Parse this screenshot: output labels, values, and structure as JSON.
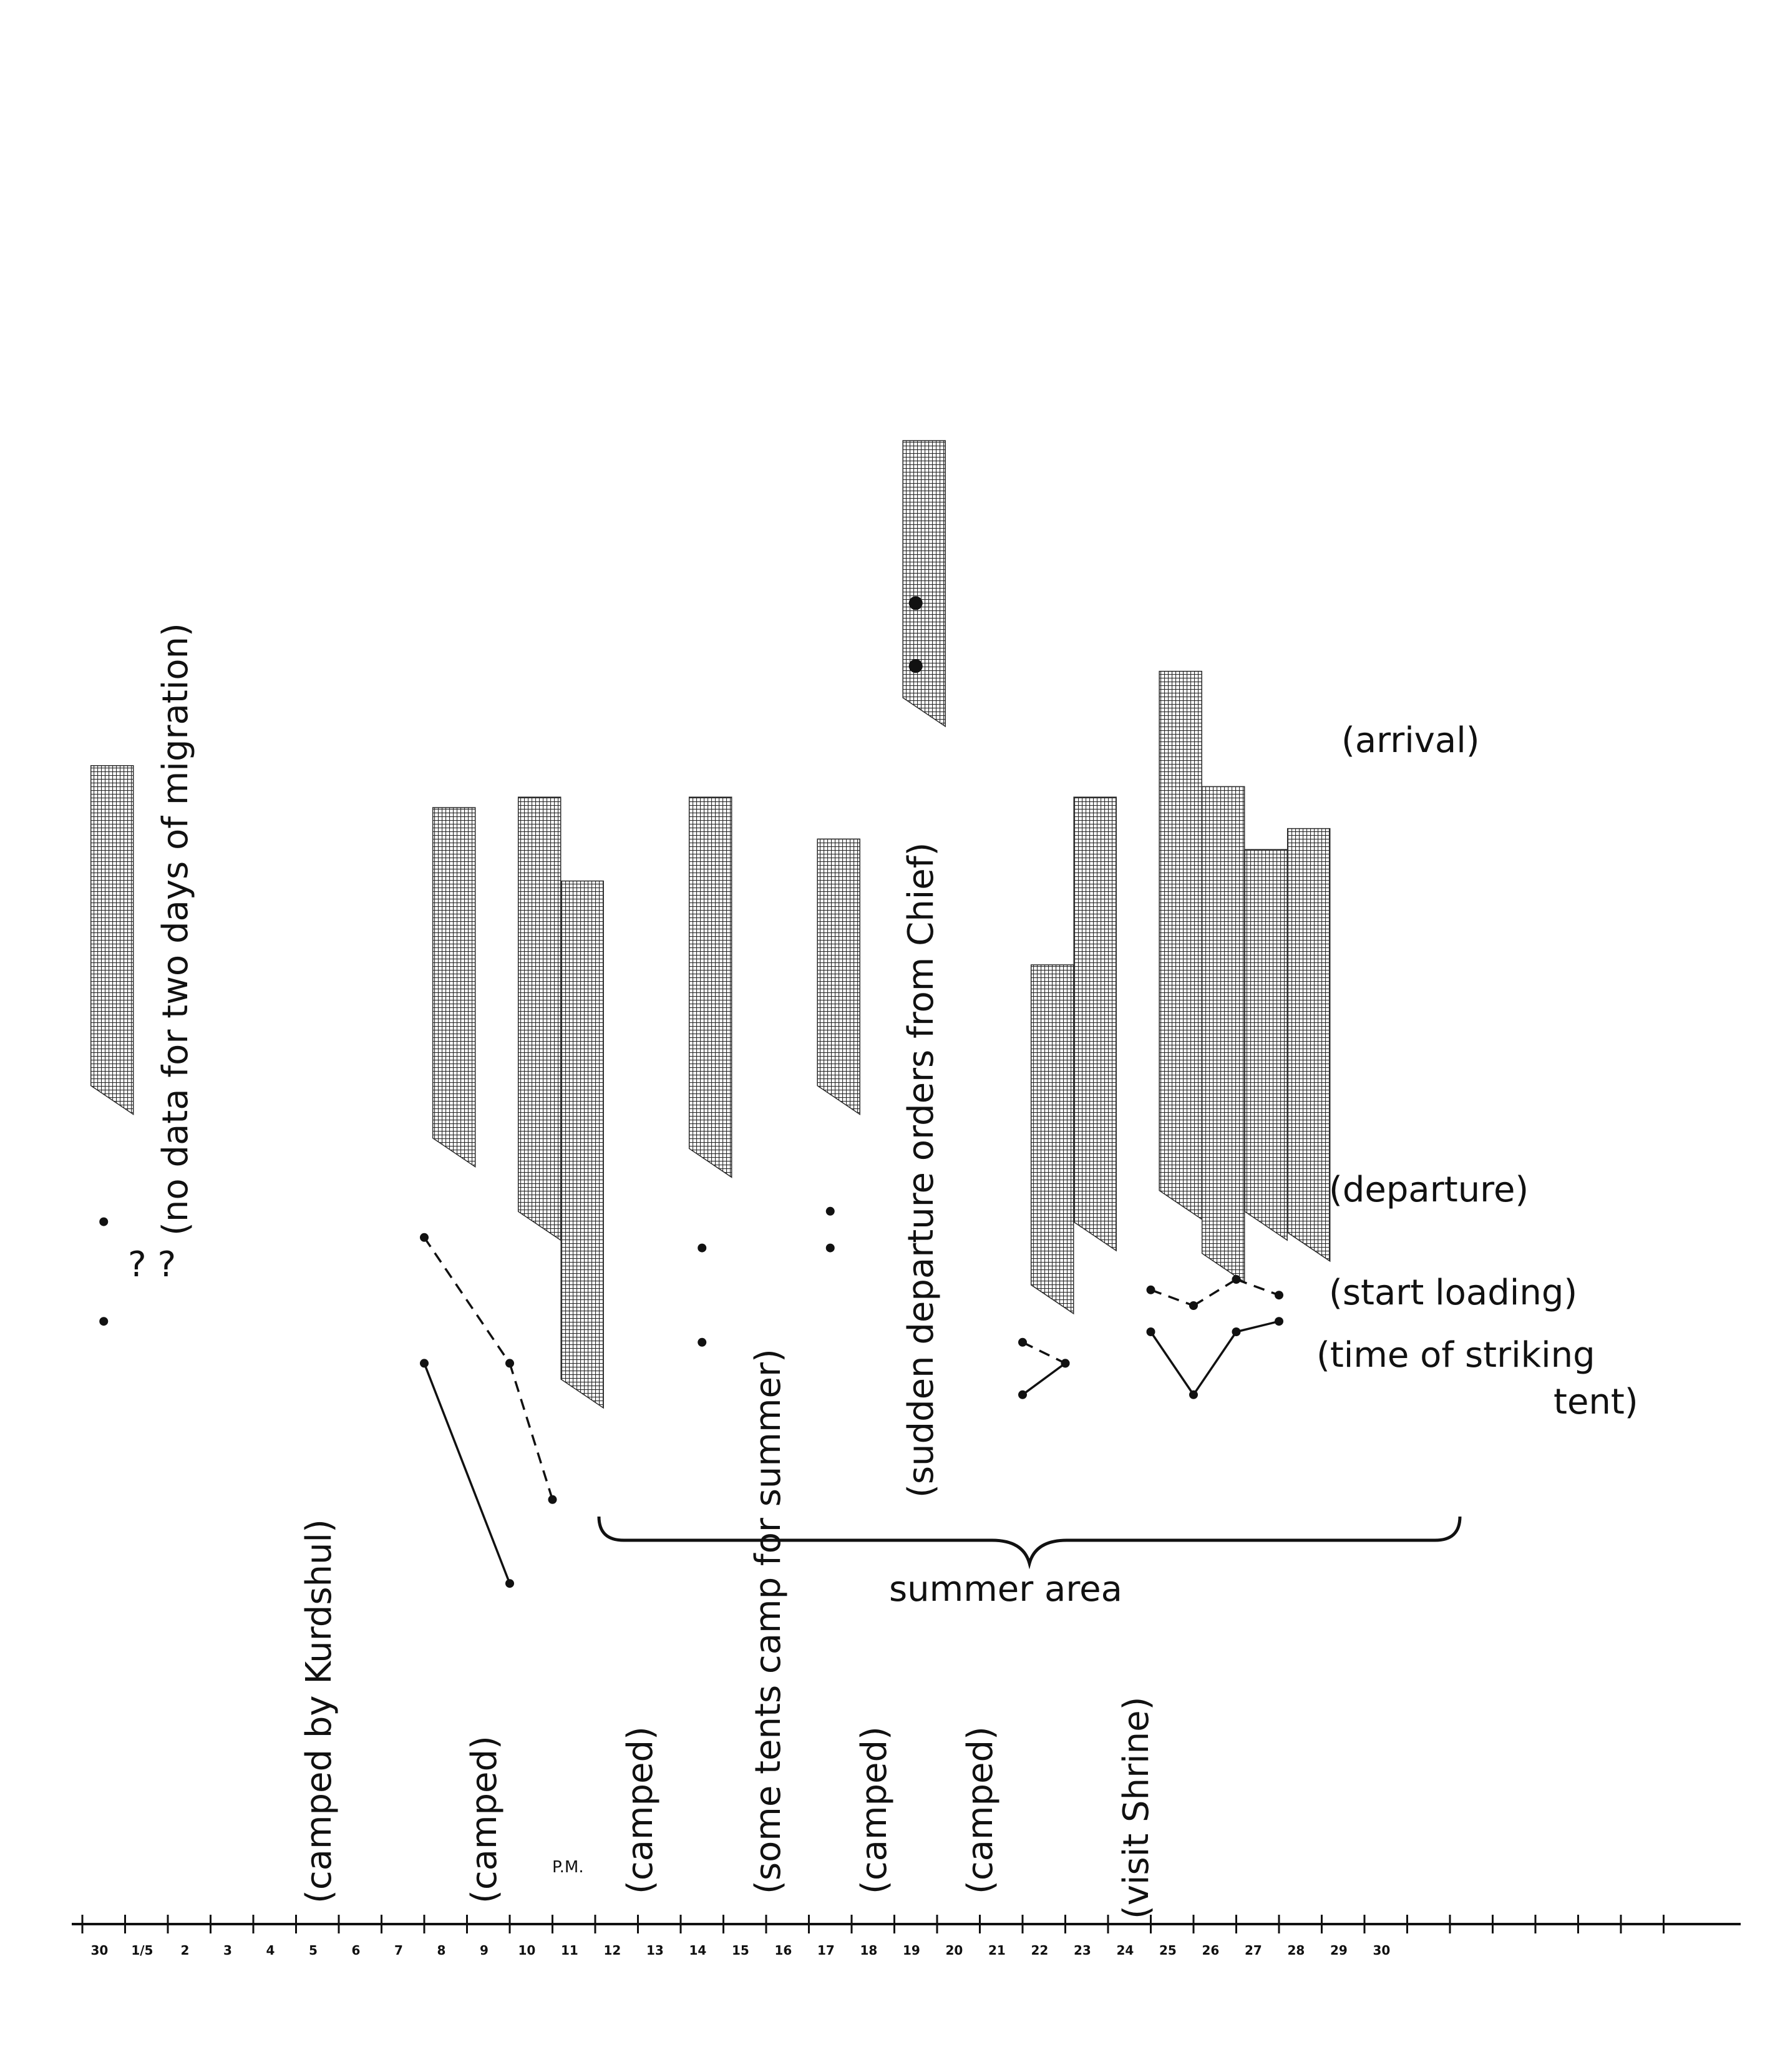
{
  "chart_data": {
    "type": "range-bar",
    "colors": {
      "ink": "#111111",
      "bar_hatch": "#2a2a2a",
      "background": "#ffffff"
    },
    "x_ticks": [
      "30",
      "1/5",
      "2",
      "3",
      "4",
      "5",
      "6",
      "7",
      "8",
      "9",
      "10",
      "11",
      "12",
      "13",
      "14",
      "15",
      "16",
      "17",
      "18",
      "19",
      "20",
      "21",
      "22",
      "23",
      "24",
      "25",
      "26",
      "27",
      "28",
      "29",
      "30"
    ],
    "tick_positions": [
      0,
      1,
      2,
      3,
      4,
      5,
      6,
      7,
      8,
      9,
      10,
      11,
      12,
      13,
      14,
      15,
      16,
      17,
      18,
      19,
      20,
      21,
      22,
      23,
      24,
      25,
      26,
      27,
      28,
      29,
      30
    ],
    "extra_axis_ticks": 7,
    "y_range": [
      0,
      100
    ],
    "bars": [
      {
        "x": 0.2,
        "top": 69,
        "bottom": 38
      },
      {
        "x": 8.2,
        "top": 65,
        "bottom": 33
      },
      {
        "x": 10.2,
        "top": 66,
        "bottom": 26
      },
      {
        "x": 11.2,
        "top": 58,
        "bottom": 10
      },
      {
        "x": 14.2,
        "top": 66,
        "bottom": 32
      },
      {
        "x": 17.2,
        "top": 62,
        "bottom": 38
      },
      {
        "x": 19.2,
        "top": 100,
        "bottom": 75
      },
      {
        "x": 22.2,
        "top": 50,
        "bottom": 19
      },
      {
        "x": 23.2,
        "top": 66,
        "bottom": 25
      },
      {
        "x": 25.2,
        "top": 78,
        "bottom": 28
      },
      {
        "x": 26.2,
        "top": 67,
        "bottom": 22
      },
      {
        "x": 27.2,
        "top": 61,
        "bottom": 26
      },
      {
        "x": 28.2,
        "top": 63,
        "bottom": 24
      }
    ],
    "start_loading": [
      {
        "x": 8,
        "y": 24,
        "link": "dashed"
      },
      {
        "x": 10,
        "y": 12,
        "link": "dashed"
      },
      {
        "x": 11,
        "y": -1,
        "link": null
      },
      {
        "x": 22,
        "y": 14,
        "link": "dashed"
      },
      {
        "x": 23,
        "y": 12,
        "link": null
      },
      {
        "x": 25,
        "y": 19,
        "link": "dashed"
      },
      {
        "x": 26,
        "y": 17.5,
        "link": "dashed"
      },
      {
        "x": 27,
        "y": 20,
        "link": "dashed"
      },
      {
        "x": 28,
        "y": 18.5,
        "link": null
      }
    ],
    "striking_tent": [
      {
        "x": 8,
        "y": 12,
        "link": "solid"
      },
      {
        "x": 10,
        "y": -9,
        "link": null
      },
      {
        "x": 22,
        "y": 9,
        "link": "solid"
      },
      {
        "x": 23,
        "y": 12,
        "link": null
      },
      {
        "x": 25,
        "y": 15,
        "link": "solid"
      },
      {
        "x": 26,
        "y": 9,
        "link": "solid"
      },
      {
        "x": 27,
        "y": 15,
        "link": "solid"
      },
      {
        "x": 28,
        "y": 16,
        "link": null
      }
    ],
    "isolated_points": [
      {
        "x": 0.5,
        "y": 25.5
      },
      {
        "x": 0.5,
        "y": 16
      },
      {
        "x": 14.5,
        "y": 23
      },
      {
        "x": 14.5,
        "y": 14
      },
      {
        "x": 17.5,
        "y": 23
      },
      {
        "x": 17.5,
        "y": 26.5
      },
      {
        "x": 19.5,
        "y": 78.5
      },
      {
        "x": 19.5,
        "y": 84.5
      }
    ],
    "annotations": {
      "no_data": "(no data for two days of migration)",
      "question_marks": "? ?",
      "sudden_departure": "(sudden departure orders from Chief)",
      "some_tents": "(some tents camp for summer)",
      "camped_kurdshul": "(camped by Kurdshul)",
      "camped": "(camped)",
      "visit_shrine": "(visit Shrine)",
      "pm": "P.M.",
      "summer_area": "summer area",
      "arrival": "(arrival)",
      "departure": "(departure)",
      "start_loading": "(start loading)",
      "striking_line1": "(time of striking",
      "striking_line2": "tent)"
    }
  }
}
